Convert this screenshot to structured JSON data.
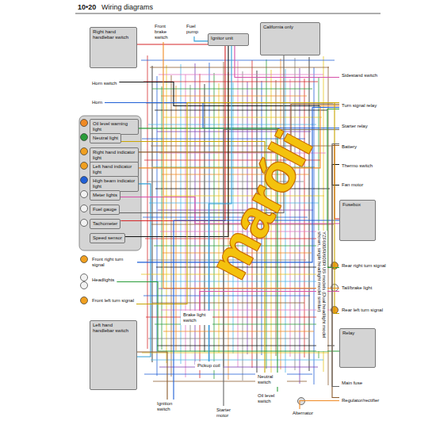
{
  "diagram": {
    "title": "Wiring diagrams",
    "nodes": [
      {
        "text": [
          "Right hand handlebar switch"
        ]
      },
      {
        "text": [
          "Horn switch"
        ]
      },
      {
        "text": [
          "Horn"
        ]
      },
      {
        "text": [
          "Oil level warning light"
        ]
      },
      {
        "text": [
          "Neutral light"
        ]
      },
      {
        "text": [
          "Right hand indicator light"
        ]
      },
      {
        "text": [
          "Left hand indicator light"
        ]
      },
      {
        "text": [
          "High beam indicator light"
        ]
      },
      {
        "text": [
          "Meter lights"
        ]
      },
      {
        "text": [
          "Fuel gauge"
        ]
      },
      {
        "text": [
          "Tachometer"
        ]
      },
      {
        "text": [
          "Speed sensor"
        ]
      },
      {
        "text": [
          "Front right turn signal"
        ]
      },
      {
        "text": [
          "Headlights"
        ]
      },
      {
        "text": [
          "Front left turn signal"
        ]
      },
      {
        "text": [
          "Left hand handlebar switch"
        ]
      },
      {
        "text": [
          "Front brake switch"
        ]
      },
      {
        "text": [
          "Fuel pump"
        ]
      },
      {
        "text": [
          "Ignitor unit"
        ]
      },
      {
        "text": [
          "California only"
        ]
      },
      {
        "text": [
          "Sidestand switch"
        ]
      },
      {
        "text": [
          "Turn signal relay"
        ]
      },
      {
        "text": [
          "Starter relay"
        ]
      },
      {
        "text": [
          "Battery"
        ]
      },
      {
        "text": [
          "Thermo switch"
        ]
      },
      {
        "text": [
          "Fan motor"
        ]
      },
      {
        "text": [
          "Fusebox"
        ]
      },
      {
        "text": [
          "Rear right turn signal"
        ]
      },
      {
        "text": [
          "Tail/brake light"
        ]
      },
      {
        "text": [
          "Rear left turn signal"
        ]
      },
      {
        "text": [
          "Relay"
        ]
      },
      {
        "text": [
          "Main fuse"
        ]
      },
      {
        "text": [
          "Regulator/rectifier"
        ]
      },
      {
        "text": [
          "Brake light switch"
        ]
      },
      {
        "text": [
          "Ignition switch"
        ]
      },
      {
        "text": [
          "Starter motor"
        ]
      },
      {
        "text": [
          "Oil level switch"
        ]
      },
      {
        "text": [
          "Neutral switch"
        ]
      },
      {
        "text": [
          "Alternator"
        ]
      },
      {
        "text": [
          "Pickup coil"
        ]
      }
    ],
    "edges": [
      {
        "from": 0,
        "to": 18,
        "arrow": "none"
      },
      {
        "from": 1,
        "to": 21,
        "arrow": "none"
      },
      {
        "from": 2,
        "to": 22,
        "arrow": "none"
      },
      {
        "from": 3,
        "to": 36,
        "arrow": "none"
      },
      {
        "from": 4,
        "to": 37,
        "arrow": "none"
      },
      {
        "from": 5,
        "to": 21,
        "arrow": "none"
      },
      {
        "from": 6,
        "to": 21,
        "arrow": "none"
      },
      {
        "from": 7,
        "to": 15,
        "arrow": "none"
      },
      {
        "from": 8,
        "to": 26,
        "arrow": "none"
      },
      {
        "from": 9,
        "to": 19,
        "arrow": "none"
      },
      {
        "from": 10,
        "to": 18,
        "arrow": "none"
      },
      {
        "from": 11,
        "to": 18,
        "arrow": "none"
      },
      {
        "from": 12,
        "to": 21,
        "arrow": "none"
      },
      {
        "from": 13,
        "to": 30,
        "arrow": "none"
      },
      {
        "from": 14,
        "to": 21,
        "arrow": "none"
      },
      {
        "from": 15,
        "to": 34,
        "arrow": "none"
      },
      {
        "from": 16,
        "to": 28,
        "arrow": "none"
      },
      {
        "from": 17,
        "to": 18,
        "arrow": "none"
      },
      {
        "from": 20,
        "to": 18,
        "arrow": "none"
      },
      {
        "from": 22,
        "to": 35,
        "arrow": "none"
      },
      {
        "from": 23,
        "to": 26,
        "arrow": "none"
      },
      {
        "from": 24,
        "to": 25,
        "arrow": "none"
      },
      {
        "from": 26,
        "to": 34,
        "arrow": "none"
      },
      {
        "from": 27,
        "to": 21,
        "arrow": "none"
      },
      {
        "from": 29,
        "to": 21,
        "arrow": "none"
      },
      {
        "from": 32,
        "to": 23,
        "arrow": "none"
      },
      {
        "from": 38,
        "to": 32,
        "arrow": "none"
      },
      {
        "from": 39,
        "to": 18,
        "arrow": "none"
      },
      {
        "from": 33,
        "to": 28,
        "arrow": "none"
      },
      {
        "from": 31,
        "to": 23,
        "arrow": "none"
      }
    ],
    "labels": [
      "10•20",
      "maróli",
      "YZF600/R/600R US models (Dual headlight model shown, single headlight model similar)"
    ]
  }
}
